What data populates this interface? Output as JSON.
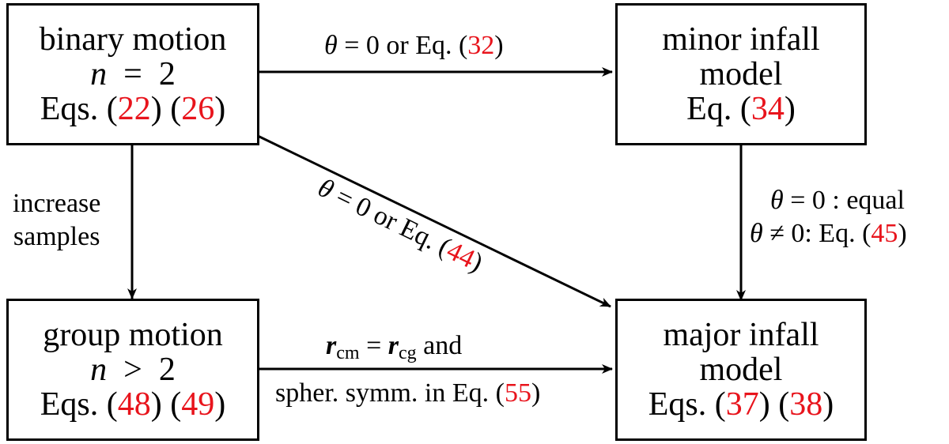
{
  "boxes": {
    "binary": {
      "line1": "binary motion",
      "n_symbol": "n",
      "rel": "=",
      "n_value": "2",
      "eqs_prefix": "Eqs.",
      "ref1": "22",
      "ref2": "26"
    },
    "group": {
      "line1": "group motion",
      "n_symbol": "n",
      "rel": ">",
      "n_value": "2",
      "eqs_prefix": "Eqs.",
      "ref1": "48",
      "ref2": "49"
    },
    "minor": {
      "line1": "minor infall",
      "line2": "model",
      "eqs_prefix": "Eq.",
      "ref1": "34"
    },
    "major": {
      "line1": "major infall",
      "line2": "model",
      "eqs_prefix": "Eqs.",
      "ref1": "37",
      "ref2": "38"
    }
  },
  "edges": {
    "binary_to_minor": {
      "theta": "θ",
      "text": "= 0 or Eq. (",
      "ref": "32",
      "close": ")"
    },
    "binary_to_major": {
      "theta": "θ",
      "text": "= 0 or Eq. (",
      "ref": "44",
      "close": ")"
    },
    "binary_to_group": {
      "line1": "increase",
      "line2": "samples"
    },
    "minor_major": {
      "theta1": "θ",
      "line1_text": "= 0 : equal",
      "theta2": "θ",
      "line2_text": "≠ 0: Eq. (",
      "ref": "45",
      "close": ")"
    },
    "group_to_major": {
      "r1": "r",
      "sub1": "cm",
      "eq": "=",
      "r2": "r",
      "sub2": "cg",
      "and": "and",
      "line2_text": "spher. symm. in Eq. (",
      "ref": "55",
      "close": ")"
    }
  },
  "colors": {
    "reference": "#e8141c",
    "stroke": "#000000"
  }
}
